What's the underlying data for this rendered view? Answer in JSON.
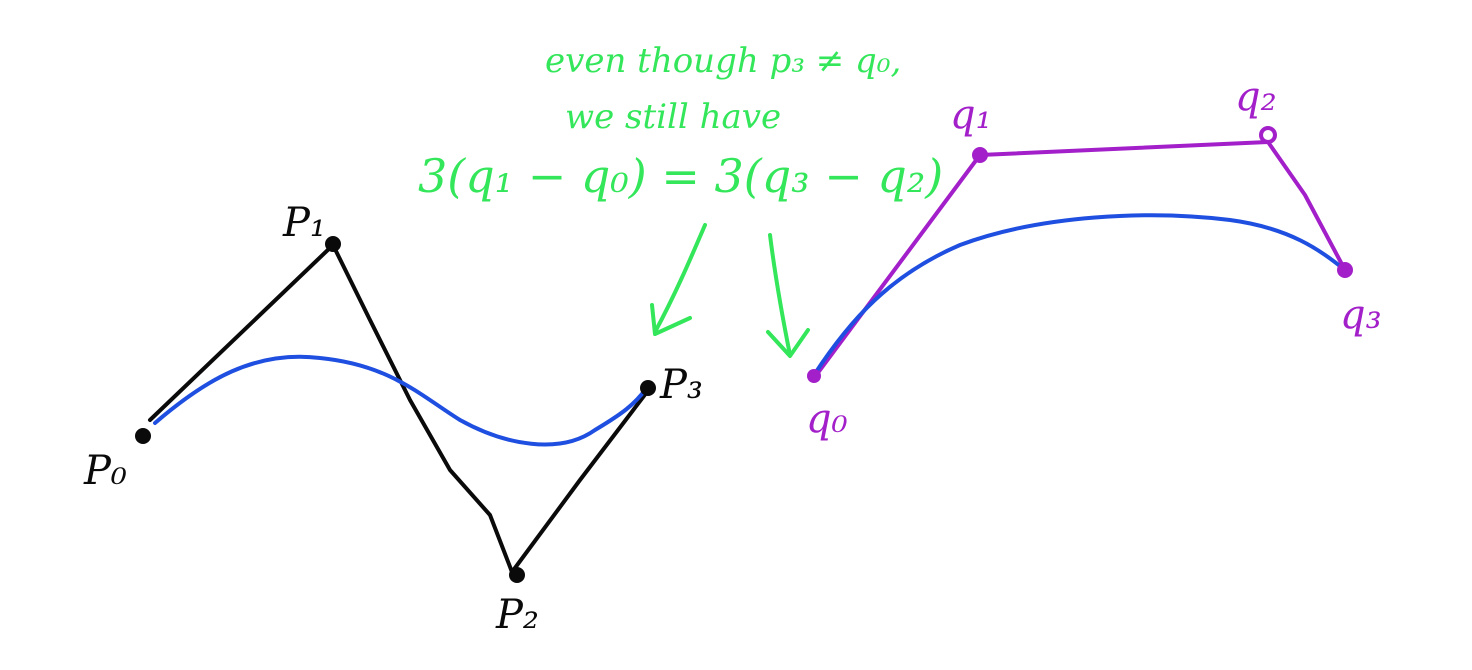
{
  "colors": {
    "control_polygon_left": "#0a0a0a",
    "control_polygon_right": "#a21fc9",
    "bezier_curve": "#1f4fe0",
    "annotation": "#33e65a",
    "background": "#ffffff"
  },
  "left_curve": {
    "labels": {
      "p0": "P₀",
      "p1": "P₁",
      "p2": "P₂",
      "p3": "P₃"
    }
  },
  "right_curve": {
    "labels": {
      "q0": "q₀",
      "q1": "q₁",
      "q2": "q₂",
      "q3": "q₃"
    }
  },
  "annotation": {
    "line1": "even though p₃ ≠ q₀,",
    "line2": "we still have",
    "line3": "3(q₁ − q₀) = 3(q₃ − q₂)"
  }
}
